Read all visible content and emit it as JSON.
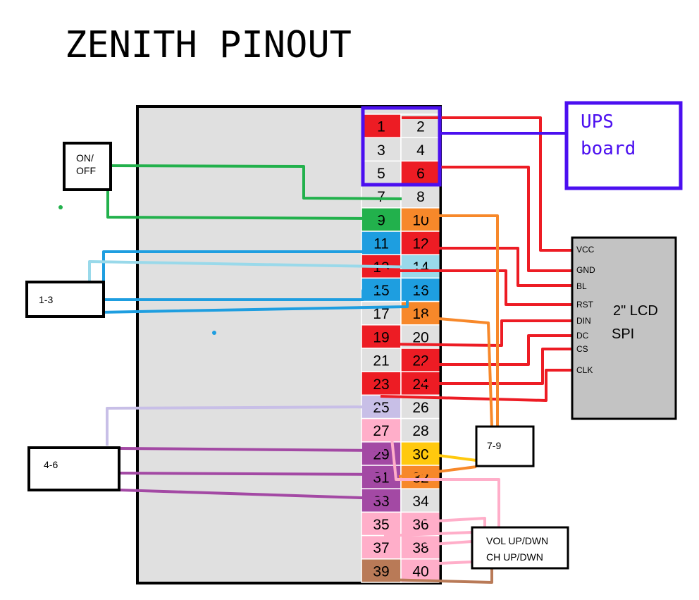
{
  "title": "ZENITH PINOUT",
  "switch_box": {
    "line1": "ON/",
    "line2": "OFF"
  },
  "group_boxes": {
    "g13": "1-3",
    "g46": "4-6",
    "g79": "7-9"
  },
  "vol_box": {
    "line1": "VOL UP/DWN",
    "line2": "CH UP/DWN"
  },
  "ups_box": {
    "line1": "UPS",
    "line2": "board"
  },
  "lcd": {
    "title1": "2\" LCD",
    "title2": "SPI",
    "pins": [
      "VCC",
      "GND",
      "BL",
      "RST",
      "DIN",
      "DC",
      "CS",
      "CLK"
    ]
  },
  "pins": [
    {
      "n": "1",
      "color": "#ed1c24"
    },
    {
      "n": "2",
      "color": "#e0e0e0"
    },
    {
      "n": "3",
      "color": "#e0e0e0"
    },
    {
      "n": "4",
      "color": "#e0e0e0"
    },
    {
      "n": "5",
      "color": "#e0e0e0"
    },
    {
      "n": "6",
      "color": "#ed1c24"
    },
    {
      "n": "7",
      "color": "#e0e0e0"
    },
    {
      "n": "8",
      "color": "#e0e0e0"
    },
    {
      "n": "9",
      "color": "#22b14c"
    },
    {
      "n": "10",
      "color": "#f7882a"
    },
    {
      "n": "11",
      "color": "#1e9ee0"
    },
    {
      "n": "12",
      "color": "#ed1c24"
    },
    {
      "n": "13",
      "color": "#ed1c24"
    },
    {
      "n": "14",
      "color": "#99d9ea"
    },
    {
      "n": "15",
      "color": "#1e9ee0"
    },
    {
      "n": "16",
      "color": "#1e9ee0"
    },
    {
      "n": "17",
      "color": "#e0e0e0"
    },
    {
      "n": "18",
      "color": "#f7882a"
    },
    {
      "n": "19",
      "color": "#ed1c24"
    },
    {
      "n": "20",
      "color": "#e0e0e0"
    },
    {
      "n": "21",
      "color": "#e0e0e0"
    },
    {
      "n": "22",
      "color": "#ed1c24"
    },
    {
      "n": "23",
      "color": "#ed1c24"
    },
    {
      "n": "24",
      "color": "#ed1c24"
    },
    {
      "n": "25",
      "color": "#c8bfe7"
    },
    {
      "n": "26",
      "color": "#e0e0e0"
    },
    {
      "n": "27",
      "color": "#ffaec9"
    },
    {
      "n": "28",
      "color": "#e0e0e0"
    },
    {
      "n": "29",
      "color": "#a349a4"
    },
    {
      "n": "30",
      "color": "#ffc90e"
    },
    {
      "n": "31",
      "color": "#a349a4"
    },
    {
      "n": "32",
      "color": "#f7882a"
    },
    {
      "n": "33",
      "color": "#a349a4"
    },
    {
      "n": "34",
      "color": "#e0e0e0"
    },
    {
      "n": "35",
      "color": "#ffaec9"
    },
    {
      "n": "36",
      "color": "#ffaec9"
    },
    {
      "n": "37",
      "color": "#ffaec9"
    },
    {
      "n": "38",
      "color": "#ffaec9"
    },
    {
      "n": "39",
      "color": "#b97a57"
    },
    {
      "n": "40",
      "color": "#ffaec9"
    }
  ],
  "colors": {
    "red": "#ed1c24",
    "green": "#22b14c",
    "blue": "#1e9ee0",
    "light_blue": "#99d9ea",
    "orange": "#f7882a",
    "yellow": "#ffc90e",
    "purple": "#a349a4",
    "lavender": "#c8bfe7",
    "pink": "#ffaec9",
    "brown": "#b97a57",
    "ups_border": "#4b0ff0",
    "board_gray": "#e0e0e0",
    "lcd_gray": "#c3c3c3"
  }
}
